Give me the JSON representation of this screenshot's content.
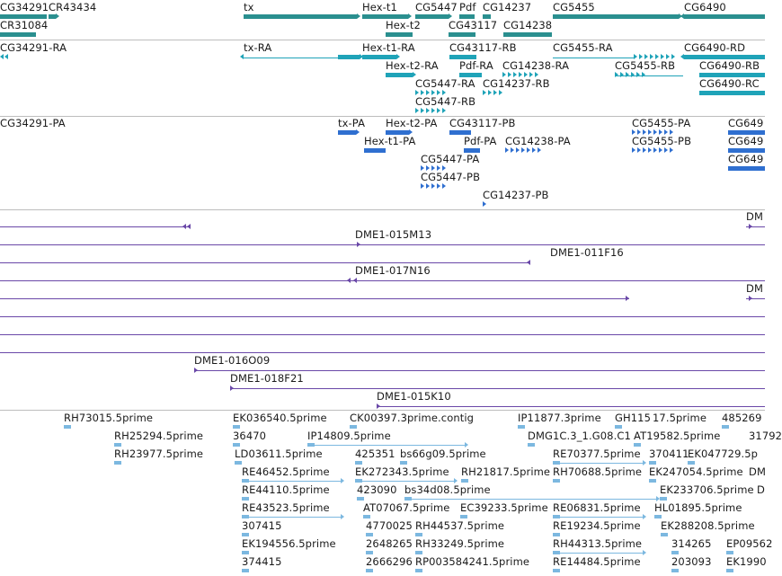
{
  "viewer": {
    "tracks": [
      {
        "id": "gene-span",
        "color": "#2a8f8f",
        "labels": [
          "CG34291",
          "CR43434",
          "CR31084",
          "tx",
          "Hex-t1",
          "CG5447",
          "Pdf",
          "CG14237",
          "CG5455",
          "CG6490",
          "Hex-t2",
          "CG43117",
          "CG14238"
        ]
      },
      {
        "id": "transcripts",
        "color": "#1fa3b8",
        "labels": [
          "CG34291-RA",
          "tx-RA",
          "Hex-t1-RA",
          "CG43117-RB",
          "CG5455-RA",
          "CG6490-RD",
          "Hex-t2-RA",
          "Pdf-RA",
          "CG14238-RA",
          "CG5455-RB",
          "CG6490-RB",
          "CG5447-RA",
          "CG14237-RB",
          "CG6490-RC",
          "CG5447-RB"
        ]
      },
      {
        "id": "proteins",
        "color": "#2f6fd0",
        "labels": [
          "CG34291-PA",
          "tx-PA",
          "Hex-t2-PA",
          "CG43117-PB",
          "CG5455-PA",
          "CG649",
          "Hex-t1-PA",
          "Pdf-PA",
          "CG14238-PA",
          "CG5455-PB",
          "CG649",
          "CG5447-PA",
          "CG649",
          "CG5447-PB",
          "CG14237-PB"
        ]
      },
      {
        "id": "clones",
        "color": "#6a48a8",
        "labels": [
          "DM",
          "DME1-015M13",
          "DME1-011F16",
          "DME1-017N16",
          "DM",
          "DME1-016O09",
          "DME1-018F21",
          "DME1-015K10"
        ]
      },
      {
        "id": "ests",
        "color": "#7cb8e0",
        "labels": [
          "RH73015.5prime",
          "EK036540.5prime",
          "CK00397.3prime.contig",
          "IP11877.3prime",
          "GH115",
          "17.5prime",
          "485269",
          "RH25294.5prime",
          "36470",
          "IP14809.5prime",
          "DMG1C.3_1.G08.C1",
          "AT19582.5prime",
          "31792",
          "RH23977.5prime",
          "LD03611.5prime",
          "425351",
          "bs66g09.5prime",
          "RE70377.5prime",
          "370411",
          "EK047729.5p",
          "RE46452.5prime",
          "EK272343.5prime",
          "RH21817.5prime",
          "RH70688.5prime",
          "EK247054.5prime",
          "DM",
          "RE44110.5prime",
          "423090",
          "bs34d08.5prime",
          "EK233706.5prime",
          "D",
          "RE43523.5prime",
          "AT07067.5prime",
          "EC39233.5prime",
          "RE06831.5prime",
          "HL01895.5prime",
          "307415",
          "4770025",
          "RH44537.5prime",
          "RE19234.5prime",
          "EK288208.5prime",
          "EK194556.5prime",
          "2648265",
          "RH33249.5prime",
          "RH44313.5prime",
          "314265",
          "EP09562",
          "374415",
          "2666296",
          "RP003584241.5prime",
          "RE14484.5prime",
          "203093",
          "EK1990"
        ]
      }
    ]
  }
}
